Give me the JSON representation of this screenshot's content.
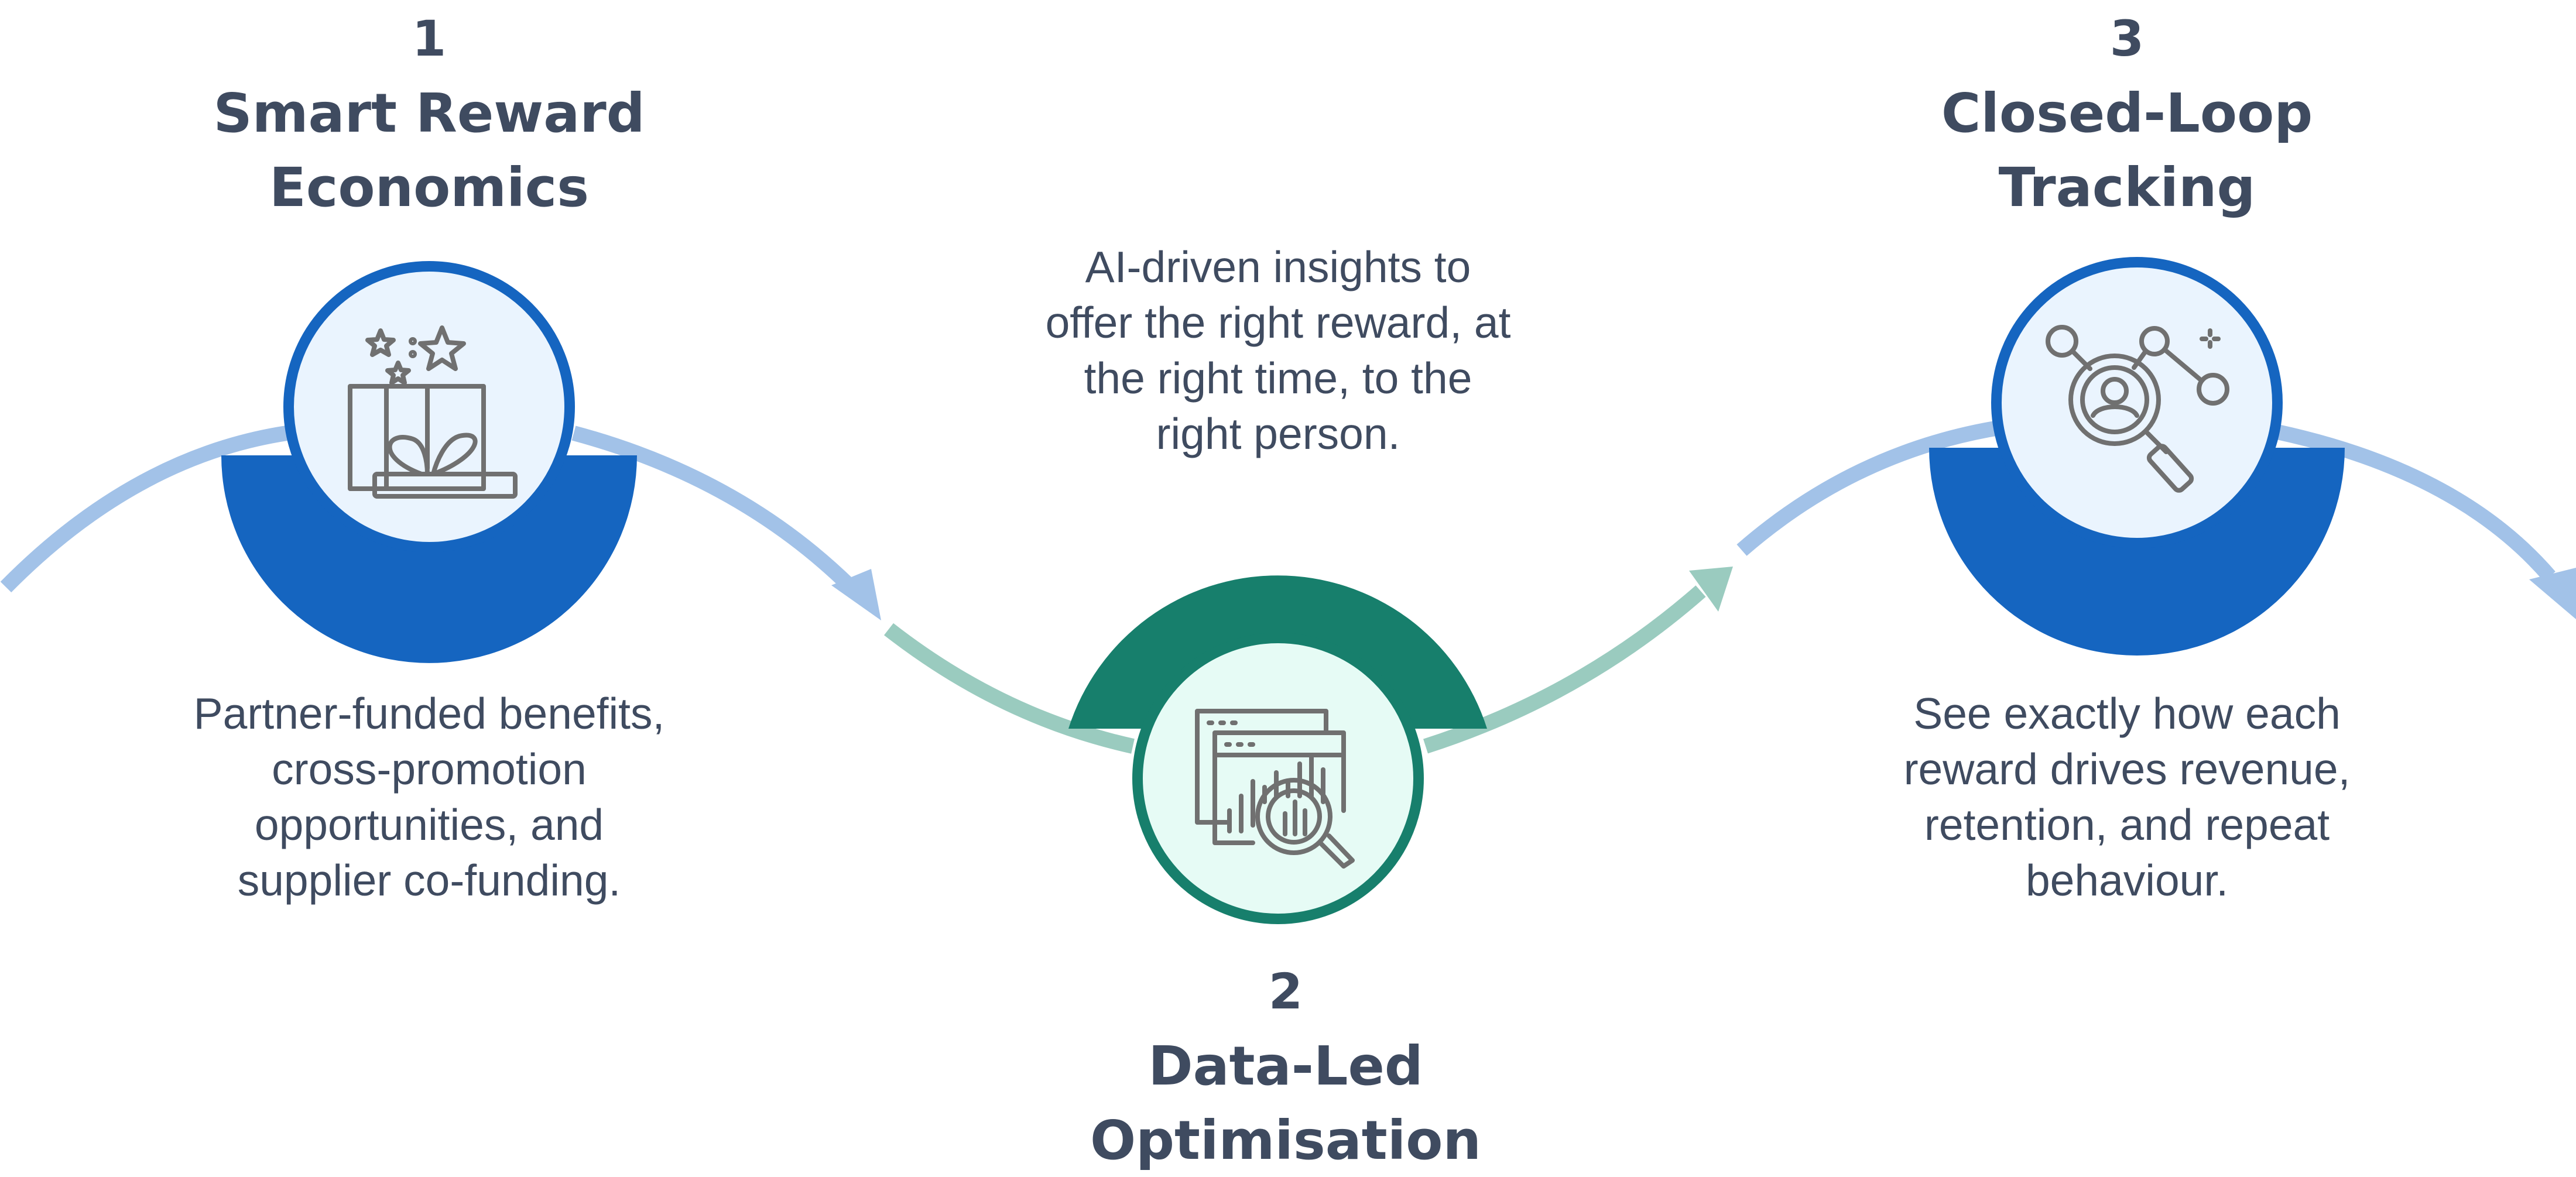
{
  "colors": {
    "blue_dark": "#1565c0",
    "blue_light": "#a2c2e8",
    "blue_circle_fill": "#eaf4fe",
    "green_dark": "#177f6c",
    "green_light": "#9acbbf",
    "green_circle_fill": "#e6fbf5",
    "text": "#3f4b60",
    "icon": "#707070"
  },
  "steps": [
    {
      "number": "1",
      "title_line1": "Smart Reward",
      "title_line2": "Economics",
      "icon": "gift-box-icon",
      "description": [
        "Partner-funded benefits,",
        "cross-promotion",
        "opportunities, and",
        "supplier co-funding."
      ]
    },
    {
      "number": "2",
      "title_line1": "Data-Led",
      "title_line2": "Optimisation",
      "icon": "data-analysis-icon",
      "description": [
        "AI-driven insights to",
        "offer the right reward, at",
        "the right time, to the",
        "right person."
      ]
    },
    {
      "number": "3",
      "title_line1": "Closed-Loop",
      "title_line2": "Tracking",
      "icon": "tracking-network-icon",
      "description": [
        "See exactly how each",
        "reward drives revenue,",
        "retention, and repeat",
        "behaviour."
      ]
    }
  ]
}
